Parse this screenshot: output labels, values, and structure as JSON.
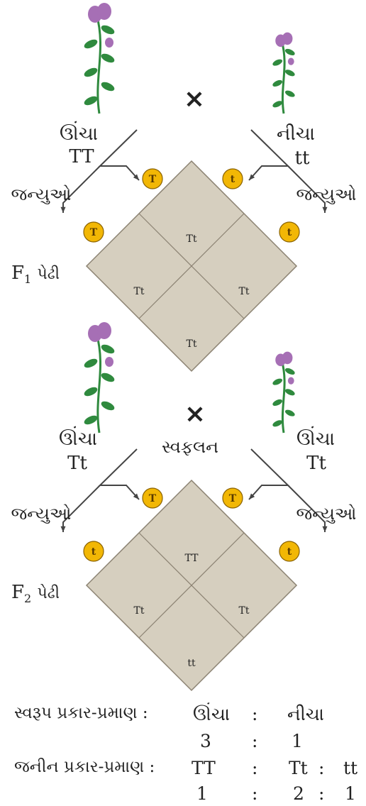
{
  "cross1": {
    "left_parent": {
      "trait": "ઊંચા",
      "genotype": "TT",
      "gametes_label": "જન્યુઓ",
      "gametes": [
        "T",
        "T"
      ]
    },
    "right_parent": {
      "trait": "નીચા",
      "genotype": "tt",
      "gametes_label": "જન્યુઓ",
      "gametes": [
        "t",
        "t"
      ]
    },
    "cross_symbol": "×",
    "generation_label": "F",
    "generation_sub": "1",
    "generation_word": "પેઢી",
    "offspring": [
      "Tt",
      "Tt",
      "Tt",
      "Tt"
    ]
  },
  "cross2": {
    "left_parent": {
      "trait": "ઊંચા",
      "genotype": "Tt",
      "gametes_label": "જન્યુઓ",
      "gametes": [
        "T",
        "t"
      ]
    },
    "right_parent": {
      "trait": "ઊંચા",
      "genotype": "Tt",
      "gametes_label": "જન્યુઓ",
      "gametes": [
        "T",
        "t"
      ]
    },
    "cross_symbol": "×",
    "cross_label": "સ્વફલન",
    "generation_label": "F",
    "generation_sub": "2",
    "generation_word": "પેઢી",
    "offspring": [
      "TT",
      "Tt",
      "Tt",
      "tt"
    ]
  },
  "ratios": {
    "phenotype": {
      "label": "સ્વરૂપ પ્રકાર-પ્રમાણ :",
      "classes": [
        "ઊંચા",
        "નીચા"
      ],
      "values": [
        "3",
        "1"
      ]
    },
    "genotype": {
      "label": "જનીન પ્રકાર-પ્રમાણ :",
      "classes": [
        "TT",
        "Tt",
        "tt"
      ],
      "values": [
        "1",
        "2",
        "1"
      ]
    },
    "separator": ":"
  },
  "colors": {
    "square_fill": "#d6cfbf",
    "square_stroke": "#8b8272",
    "gamete_fill": "#f2b705",
    "gamete_stroke": "#8a6200",
    "flower": "#a66fb5",
    "leaf": "#2f8a3e",
    "line": "#444444"
  }
}
